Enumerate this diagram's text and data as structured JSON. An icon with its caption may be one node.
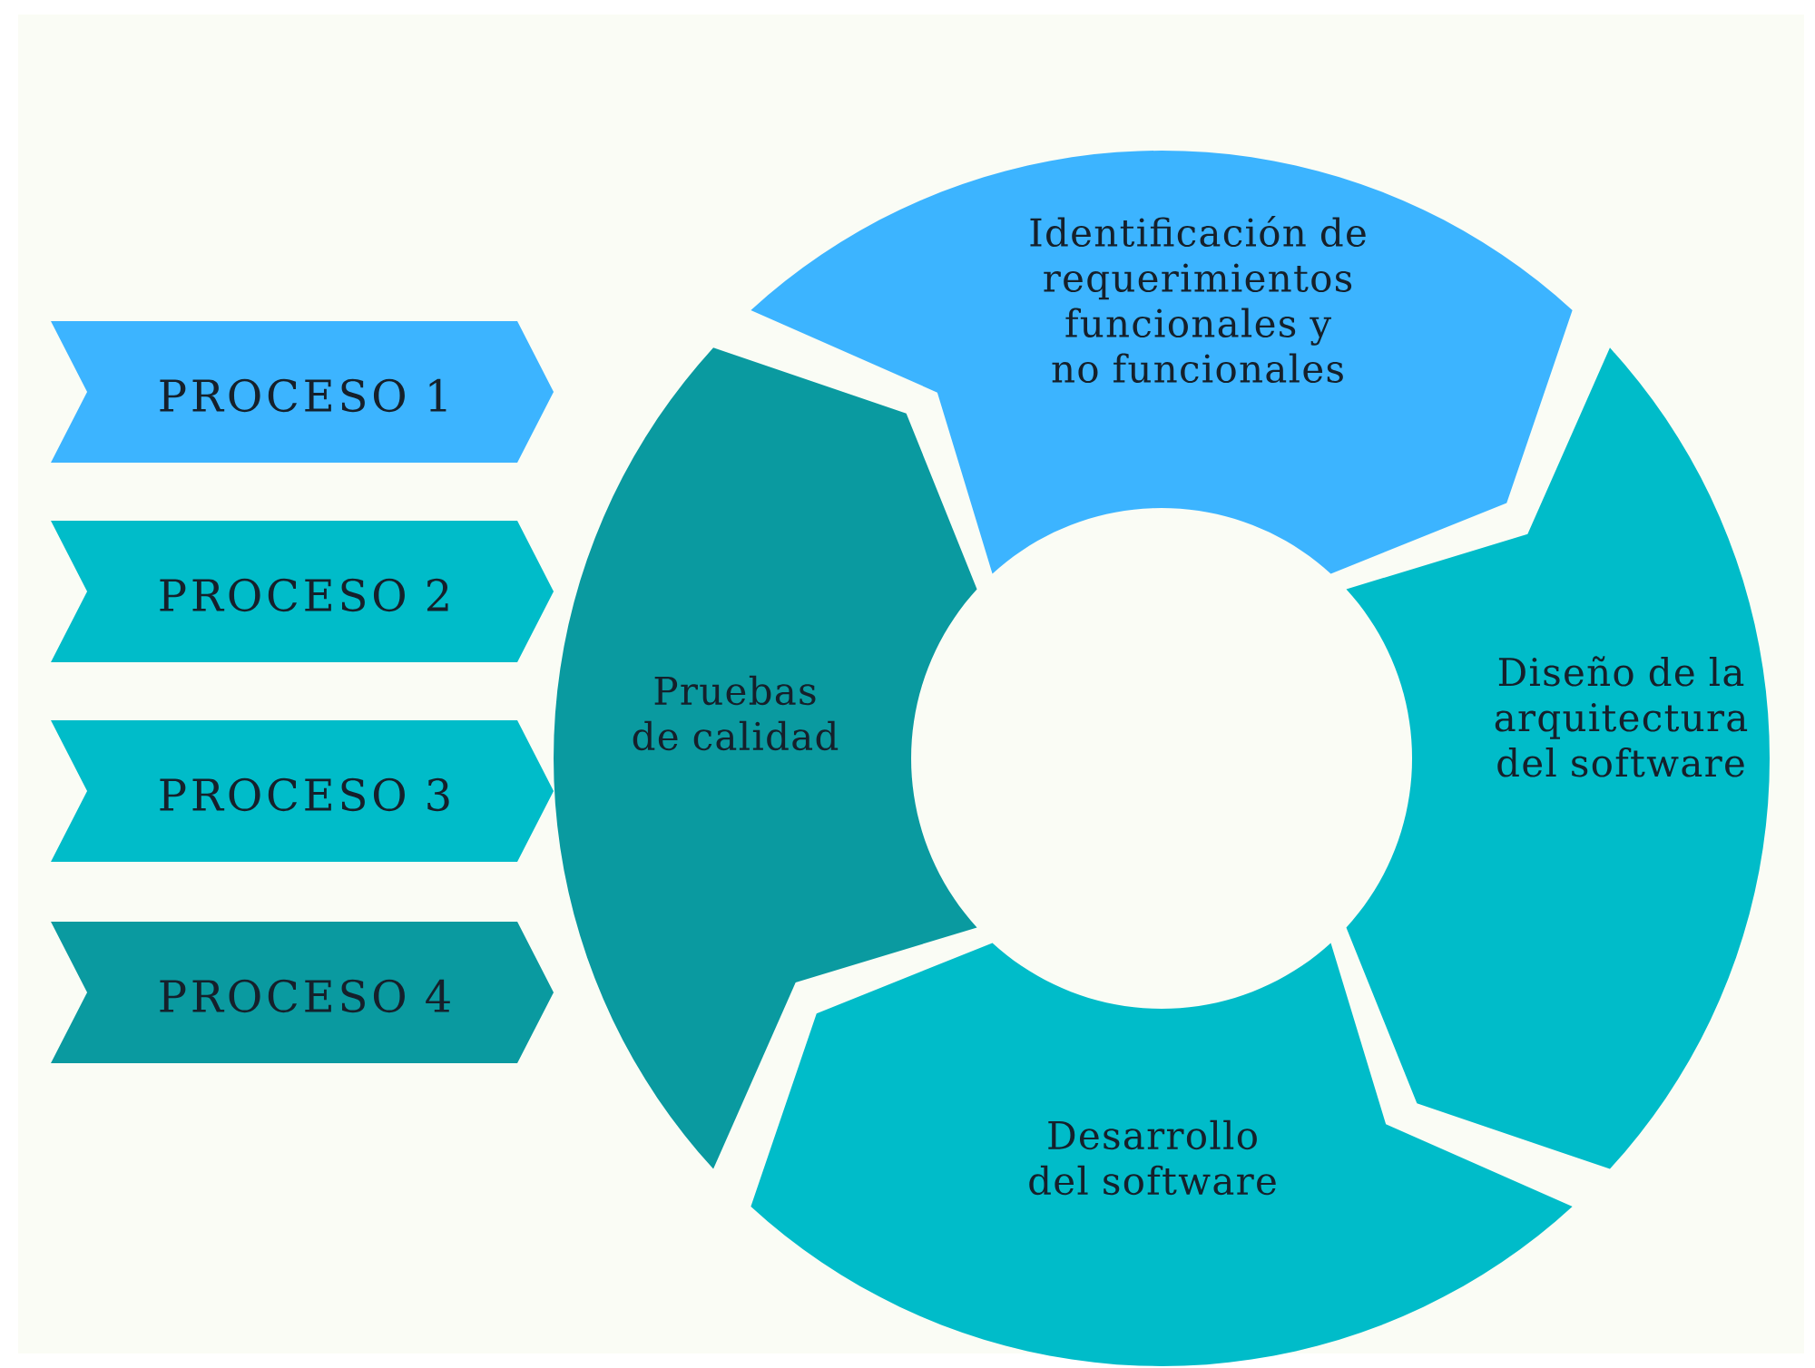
{
  "diagram": {
    "nodes": [
      {
        "text": [
          "PROCESO 1"
        ]
      },
      {
        "text": [
          "PROCESO 2"
        ]
      },
      {
        "text": [
          "PROCESO 3"
        ]
      },
      {
        "text": [
          "PROCESO 4"
        ]
      },
      {
        "text": [
          "Identificación de requerimientos funcionales y no funcionales"
        ]
      },
      {
        "text": [
          "Diseño de la arquitectura del software"
        ]
      },
      {
        "text": [
          "Desarrollo del software"
        ]
      },
      {
        "text": [
          "Pruebas de calidad"
        ]
      }
    ]
  }
}
